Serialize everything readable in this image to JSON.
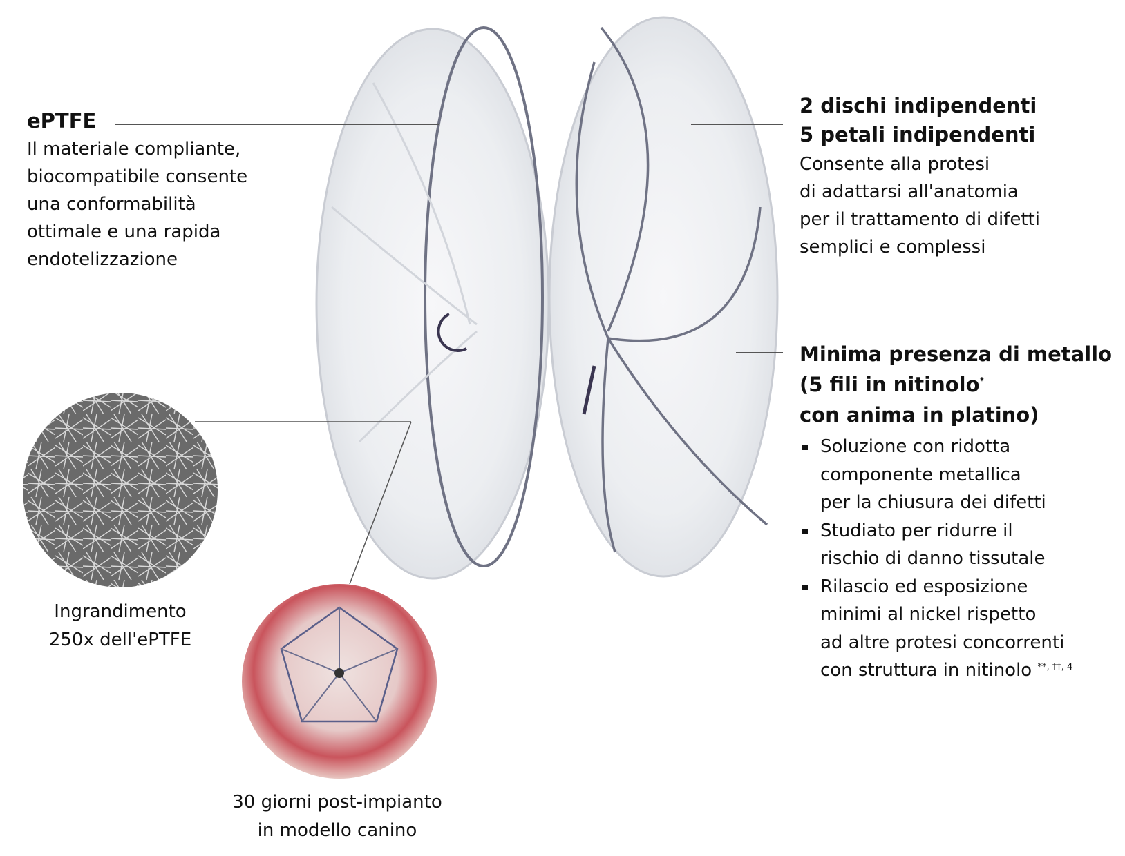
{
  "left_callout": {
    "title": "ePTFE",
    "lines": [
      "Il materiale compliante,",
      "biocompatibile consente",
      "una conformabilità",
      "ottimale e una rapida",
      "endotelizzazione"
    ]
  },
  "right_top_callout": {
    "title_lines": [
      "2 dischi indipendenti",
      "5 petali indipendenti"
    ],
    "lines": [
      "Consente alla protesi",
      "di adattarsi all'anatomia",
      "per il trattamento di difetti",
      "semplici e complessi"
    ]
  },
  "right_bottom_callout": {
    "title_line1": "Minima presenza di metallo",
    "title_line2": "(5 fili in nitinolo",
    "title_line2_sup": "*",
    "title_line3": "con anima in platino)",
    "bullets": [
      [
        "Soluzione con ridotta",
        "componente metallica",
        "per la chiusura dei difetti"
      ],
      [
        "Studiato per ridurre il",
        "rischio di danno tissutale"
      ],
      [
        "Rilascio ed esposizione",
        "minimi al nickel rispetto",
        "ad altre protesi concorrenti",
        "con struttura in nitinolo"
      ]
    ],
    "last_bullet_sup": "**, ††, 4"
  },
  "sem_caption": [
    "Ingrandimento",
    "250x dell'ePTFE"
  ],
  "implant_caption": [
    "30 giorni post-impianto",
    "in modello canino"
  ]
}
